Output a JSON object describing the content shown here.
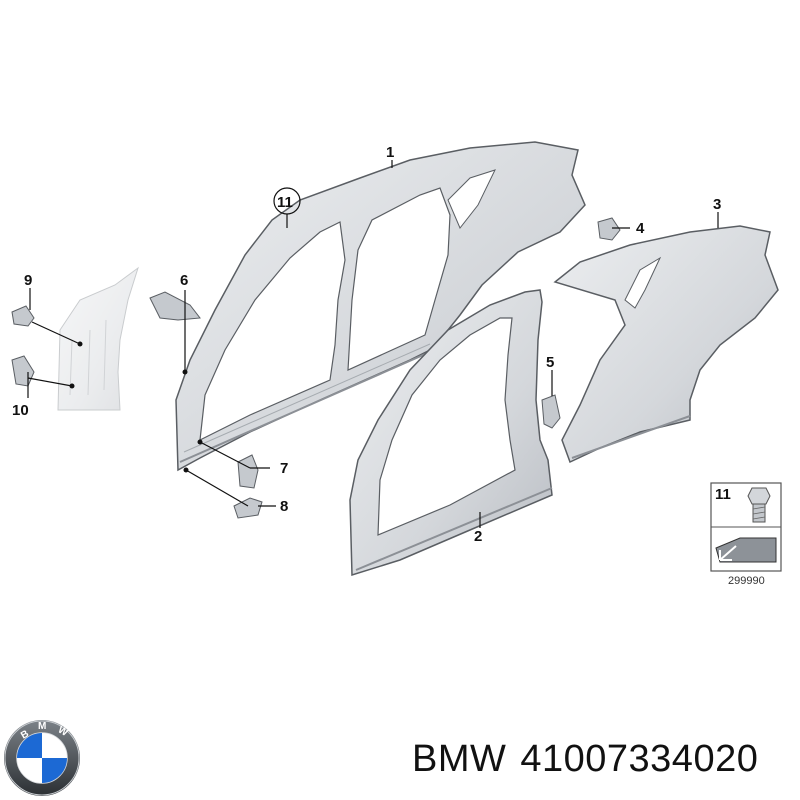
{
  "callouts": {
    "c1": "1",
    "c2": "2",
    "c3": "3",
    "c4": "4",
    "c5": "5",
    "c6": "6",
    "c7": "7",
    "c8": "8",
    "c9": "9",
    "c10": "10",
    "c11": "11"
  },
  "legend_box": {
    "number": "11",
    "diagram_id": "299990"
  },
  "brand": {
    "name": "BMW",
    "logo_letters": "BMW",
    "part_number": "41007334020"
  },
  "colors": {
    "panel": "#d9dce0",
    "panel_shadow": "#b9bdc3",
    "outline": "#5a5e63",
    "bmw_blue": "#1c69d4"
  }
}
